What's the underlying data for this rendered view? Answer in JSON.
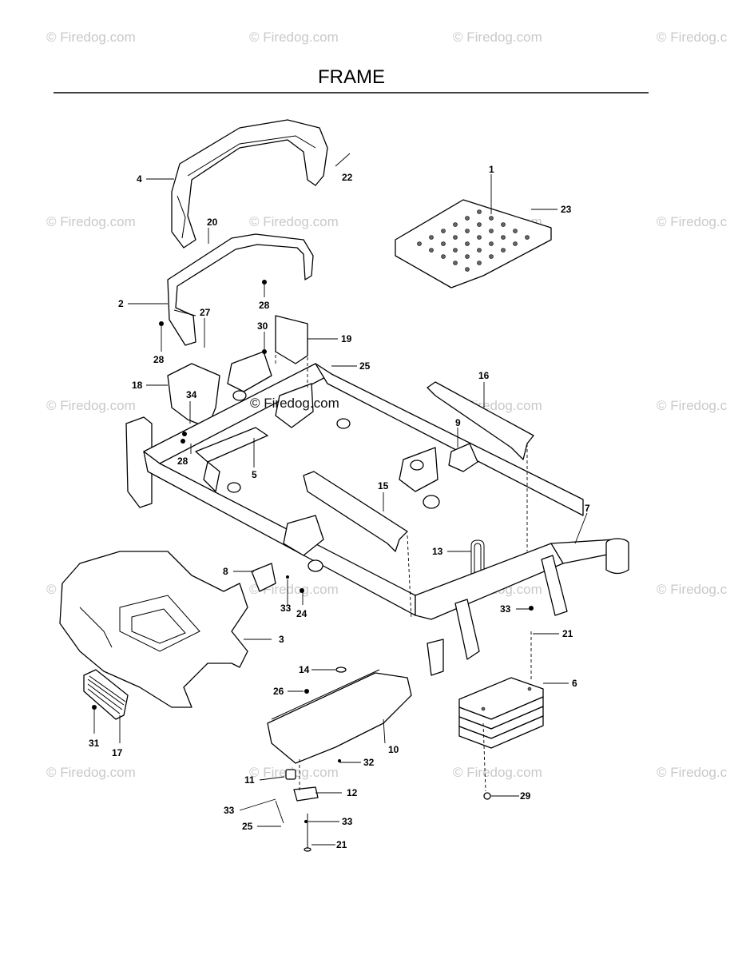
{
  "title": "FRAME",
  "watermark": "© Firedog.com",
  "watermark_partial": "© Firedog.c",
  "callouts": {
    "c1": "1",
    "c2": "2",
    "c3": "3",
    "c4": "4",
    "c5": "5",
    "c6": "6",
    "c7": "7",
    "c8": "8",
    "c9": "9",
    "c10": "10",
    "c11": "11",
    "c12": "12",
    "c13": "13",
    "c14": "14",
    "c15": "15",
    "c16": "16",
    "c17": "17",
    "c18": "18",
    "c19": "19",
    "c20": "20",
    "c21": "21",
    "c22": "22",
    "c23": "23",
    "c24": "24",
    "c25": "25",
    "c26": "26",
    "c27": "27",
    "c28": "28",
    "c29": "29",
    "c30": "30",
    "c31": "31",
    "c32": "32",
    "c33": "33",
    "c34": "34"
  }
}
